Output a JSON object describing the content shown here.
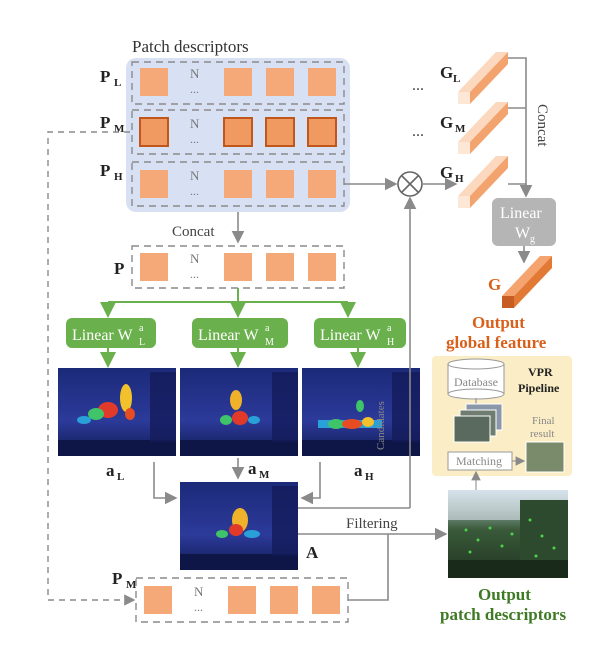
{
  "labels": {
    "patch_descriptors": "Patch descriptors",
    "PL": "P",
    "PL_sub": "L",
    "PM": "P",
    "PM_sub": "M",
    "PH": "P",
    "PH_sub": "H",
    "N": "N",
    "dots": "...",
    "concat_left": "Concat",
    "P": "P",
    "linear_L": "Linear W",
    "linear_L_sup": "a",
    "linear_L_sub": "L",
    "linear_M": "Linear W",
    "linear_M_sup": "a",
    "linear_M_sub": "M",
    "linear_H": "Linear W",
    "linear_H_sup": "a",
    "linear_H_sub": "H",
    "aL": "a",
    "aL_sub": "L",
    "aM": "a",
    "aM_sub": "M",
    "aH": "a",
    "aH_sub": "H",
    "A": "A",
    "filtering": "Filtering",
    "PM_bottom": "P",
    "PM_bottom_sub": "M",
    "GL": "G",
    "GL_sub": "L",
    "GM": "G",
    "GM_sub": "M",
    "GH": "G",
    "GH_sub": "H",
    "concat_right": "Concat",
    "linear_g": "Linear",
    "linear_g2": "W",
    "linear_g2_sub": "g",
    "G": "G",
    "out_global_1": "Output",
    "out_global_2": "global feature",
    "vpr_1": "VPR",
    "vpr_2": "Pipeline",
    "database": "Database",
    "candidates": "Candidates",
    "final_1": "Final",
    "final_2": "result",
    "matching": "Matching",
    "out_patch_1": "Output",
    "out_patch_2": "patch descriptors"
  },
  "colors": {
    "patch_fill": "#f5a878",
    "patch_fill_bold": "#f09a62",
    "patch_border_bold": "#c0561c",
    "panel_blue": "#d8e1f4",
    "green": "#6ab04c",
    "green_text": "#3e7a25",
    "orange_text": "#d9601a",
    "gray_arrow": "#8a8a8a",
    "vpr_bg": "#fbedc6",
    "linear_gray": "#b5b5b5"
  }
}
